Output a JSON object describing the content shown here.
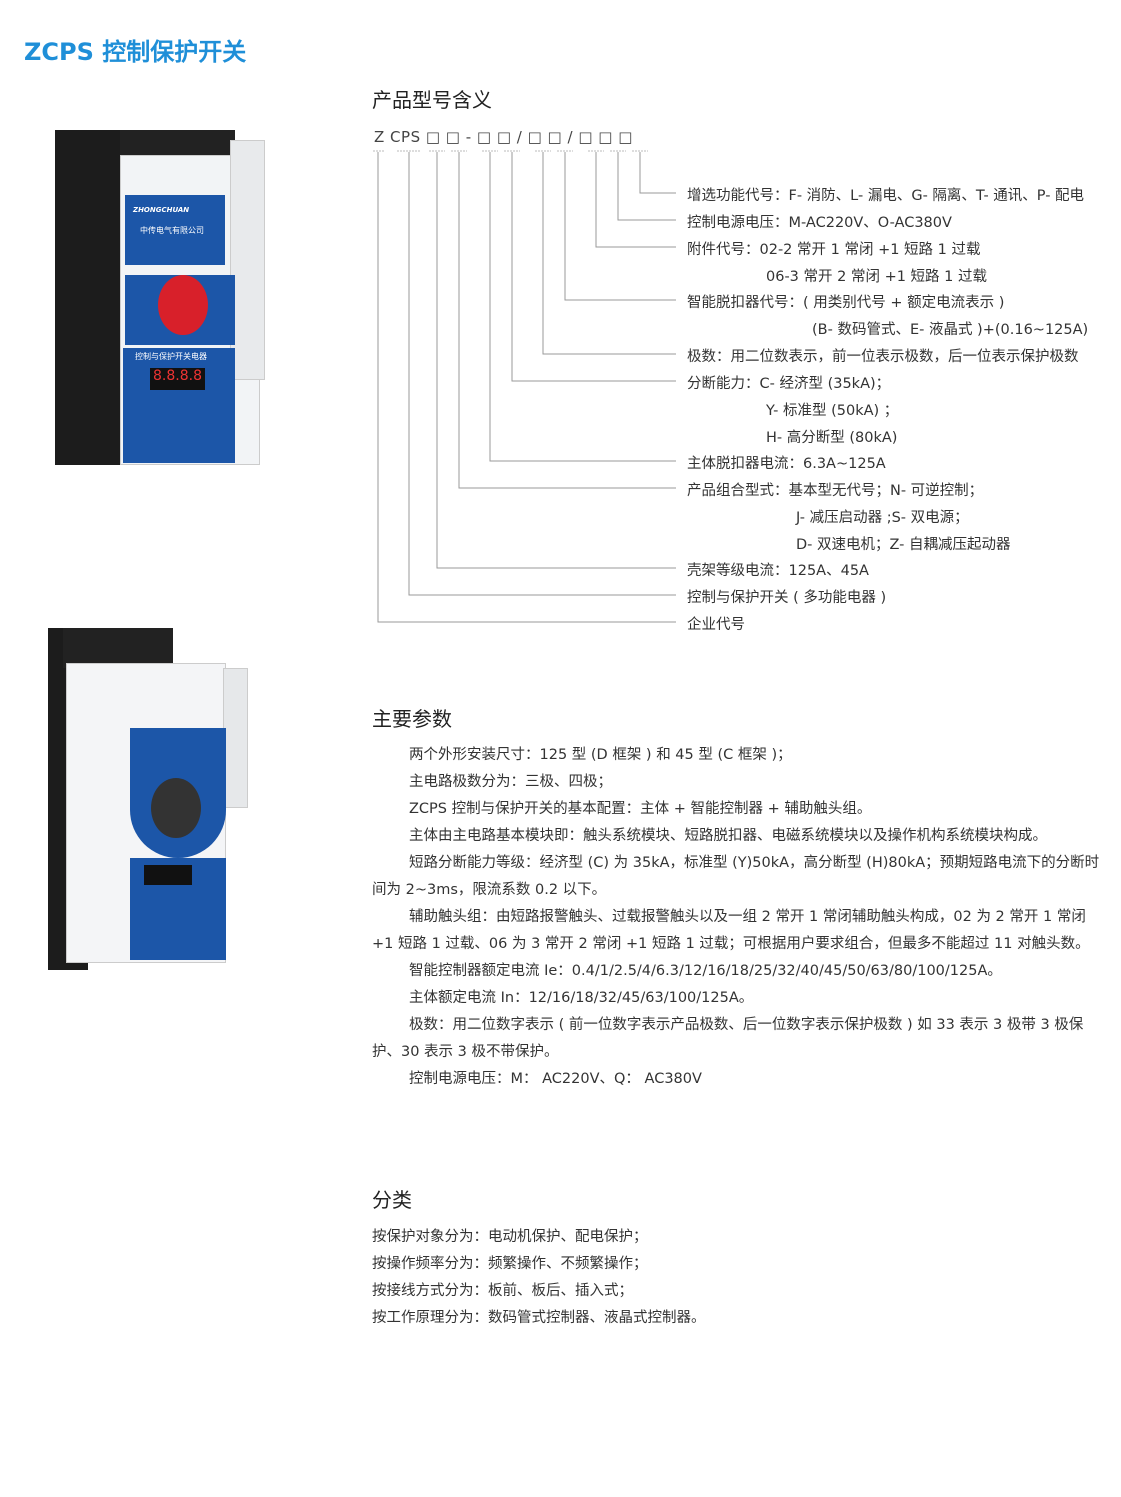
{
  "title": "ZCPS 控制保护开关",
  "model_section": {
    "heading": "产品型号含义",
    "code": "Z CPS □ □ - □ □ / □ □ / □ □ □",
    "labels": [
      "增选功能代号：F- 消防、L- 漏电、G- 隔离、T- 通讯、P- 配电",
      "控制电源电压：M-AC220V、O-AC380V",
      "附件代号：02-2 常开 1 常闭 +1 短路 1 过载",
      "06-3 常开 2 常闭 +1 短路 1 过载",
      "智能脱扣器代号：( 用类别代号 + 额定电流表示 )",
      "(B- 数码管式、E- 液晶式 )+(0.16~125A)",
      "极数：用二位数表示，前一位表示极数，后一位表示保护极数",
      "分断能力：C- 经济型 (35kA)；",
      "Y- 标准型 (50kA) ；",
      "H- 高分断型 (80kA)",
      "主体脱扣器电流：6.3A~125A",
      "产品组合型式：基本型无代号；N- 可逆控制；",
      "J- 减压启动器 ;S- 双电源；",
      "D- 双速电机；Z- 自耦减压起动器",
      "壳架等级电流：125A、45A",
      "控制与保护开关 ( 多功能电器 )",
      "企业代号"
    ]
  },
  "params_section": {
    "heading": "主要参数",
    "paragraphs": [
      "两个外形安装尺寸：125 型 (D 框架 ) 和 45 型 (C 框架 )；",
      "主电路极数分为：三极、四极；",
      "ZCPS 控制与保护开关的基本配置：主体 + 智能控制器 + 辅助触头组。",
      "主体由主电路基本模块即：触头系统模块、短路脱扣器、电磁系统模块以及操作机构系统模块构成。",
      "短路分断能力等级：经济型 (C) 为 35kA，标准型 (Y)50kA，高分断型 (H)80kA；预期短路电流下的分断时间为 2~3ms，限流系数 0.2 以下。",
      "辅助触头组：由短路报警触头、过载报警触头以及一组 2 常开 1 常闭辅助触头构成，02 为 2 常开 1 常闭 +1 短路 1 过载、06 为 3 常开 2 常闭 +1 短路 1 过载；可根据用户要求组合，但最多不能超过 11 对触头数。",
      "智能控制器额定电流 Ie：0.4/1/2.5/4/6.3/12/16/18/25/32/40/45/50/63/80/100/125A。",
      "主体额定电流 In：12/16/18/32/45/63/100/125A。",
      "极数：用二位数字表示 ( 前一位数字表示产品极数、后一位数字表示保护极数 ) 如 33 表示 3 极带 3 极保护、30 表示 3 极不带保护。",
      "控制电源电压：M： AC220V、Q： AC380V"
    ]
  },
  "class_section": {
    "heading": "分类",
    "items": [
      "按保护对象分为：电动机保护、配电保护；",
      "按操作频率分为：频繁操作、不频繁操作；",
      "按接线方式分为：板前、板后、插入式；",
      "按工作原理分为：数码管式控制器、液晶式控制器。"
    ]
  },
  "product_images": {
    "brand": "ZHONGCHUAN",
    "company": "中传电气有限公司",
    "device_label": "控制与保护开关电器",
    "display": "8.8.8.8"
  }
}
